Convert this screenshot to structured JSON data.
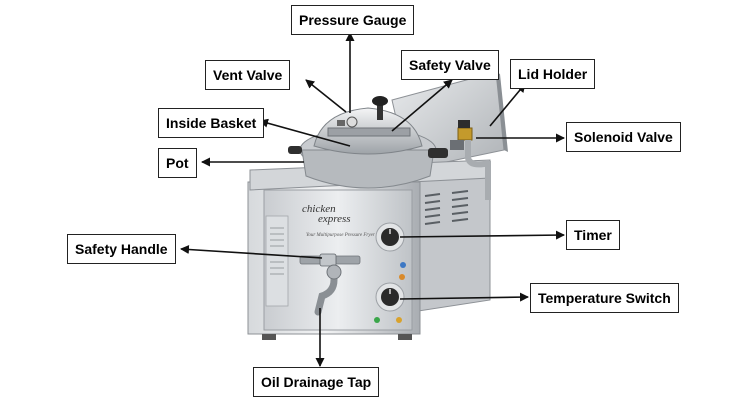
{
  "labels": {
    "pressure_gauge": "Pressure Gauge",
    "vent_valve": "Vent Valve",
    "safety_valve": "Safety Valve",
    "lid_holder": "Lid Holder",
    "inside_basket": "Inside Basket",
    "solenoid_valve": "Solenoid Valve",
    "pot": "Pot",
    "timer": "Timer",
    "safety_handle": "Safety Handle",
    "temperature_switch": "Temperature Switch",
    "oil_drainage_tap": "Oil Drainage Tap"
  },
  "product": {
    "brand_line1": "chicken",
    "brand_line2": "express",
    "subtitle": "Your Multipurpose Pressure Fryer"
  },
  "colors": {
    "arrow": "#111111",
    "label_border": "#222222",
    "steel_light": "#e6e8ea",
    "steel_mid": "#b9bdc1",
    "steel_dark": "#7d8287",
    "knob": "#2a2a2a",
    "valve_brass": "#c49a2c"
  }
}
